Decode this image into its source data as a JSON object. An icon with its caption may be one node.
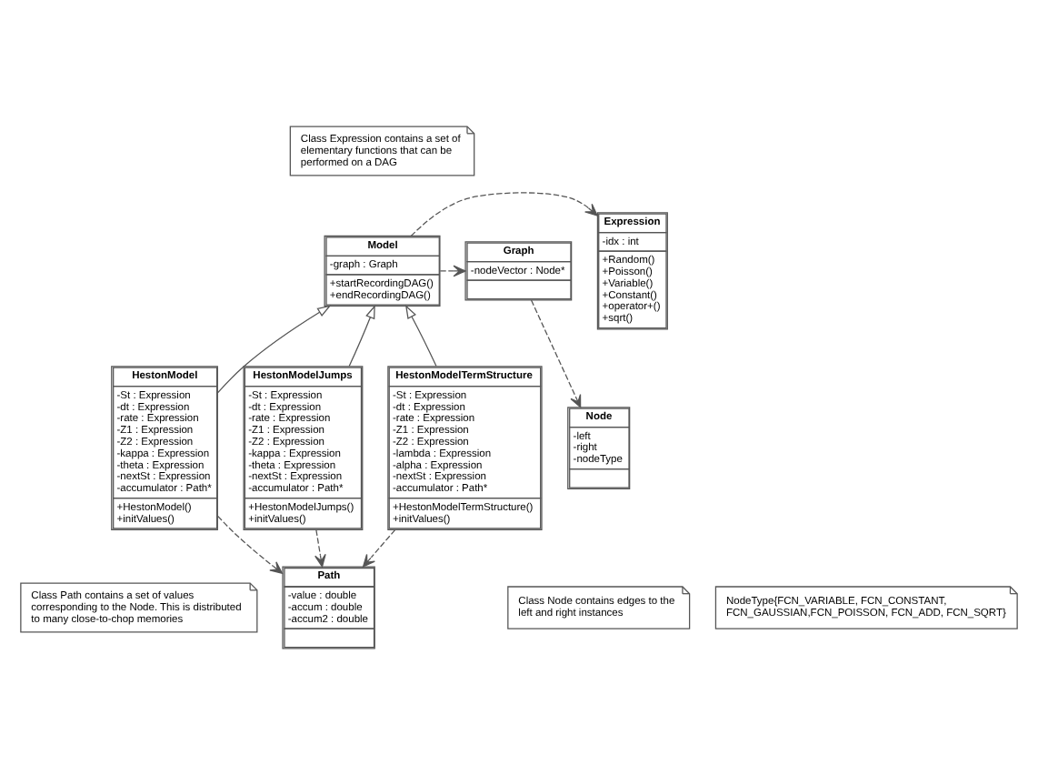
{
  "diagram": {
    "nodes": [
      {
        "text": [
          "Class Expression contains a set of elementary functions that can be performed on a DAG"
        ]
      },
      {
        "text": [
          "Expression",
          "-idx : int",
          "+Random()",
          "+Poisson()",
          "+Variable()",
          "+Constant()",
          "+operator+()",
          "+sqrt()"
        ]
      },
      {
        "text": [
          "Model",
          "-graph : Graph",
          "+startRecordingDAG()",
          "+endRecordingDAG()"
        ]
      },
      {
        "text": [
          "Graph",
          "-nodeVector : Node*"
        ]
      },
      {
        "text": [
          "HestonModel",
          "-St : Expression",
          "-dt : Expression",
          "-rate : Expression",
          "-Z1 : Expression",
          "-Z2 : Expression",
          "-kappa : Expression",
          "-theta : Expression",
          "-nextSt : Expression",
          "-accumulator : Path*",
          "+HestonModel()",
          "+initValues()"
        ]
      },
      {
        "text": [
          "HestonModelJumps",
          "-St : Expression",
          "-dt : Expression",
          "-rate : Expression",
          "-Z1 : Expression",
          "-Z2 : Expression",
          "-kappa : Expression",
          "-theta : Expression",
          "-nextSt : Expression",
          "-accumulator : Path*",
          "+HestonModelJumps()",
          "+initValues()"
        ]
      },
      {
        "text": [
          "HestonModelTermStructure",
          "-St : Expression",
          "-dt : Expression",
          "-rate : Expression",
          "-Z1 : Expression",
          "-Z2 : Expression",
          "-lambda : Expression",
          "-alpha : Expression",
          "-nextSt : Expression",
          "-accumulator : Path*",
          "+HestonModelTermStructure()",
          "+initValues()"
        ]
      },
      {
        "text": [
          "Node",
          "-left",
          "-right",
          "-nodeType"
        ]
      },
      {
        "text": [
          "Class Node contains edges to the left and right instances"
        ]
      },
      {
        "text": [
          "Class Path contains a set of values corresponding to the Node. This is distributed to many close-to-chop memories"
        ]
      },
      {
        "text": [
          "NodeType{FCN_VARIABLE, FCN_CONSTANT, FCN_GAUSSIAN,FCN_POISSON, FCN_ADD, FCN_SQRT}"
        ]
      },
      {
        "text": [
          "Path",
          "-value : double",
          "-accum : double",
          "-accum2 : double"
        ]
      }
    ],
    "edges": [
      {
        "from": 2,
        "to": 1,
        "arrow": "to",
        "style": "dashed"
      },
      {
        "from": 2,
        "to": 3,
        "arrow": "to",
        "style": "dashed"
      },
      {
        "from": 3,
        "to": 7,
        "arrow": "to",
        "style": "dashed"
      },
      {
        "from": 4,
        "to": 2,
        "arrow": "to"
      },
      {
        "from": 5,
        "to": 2,
        "arrow": "to"
      },
      {
        "from": 6,
        "to": 2,
        "arrow": "to"
      },
      {
        "from": 4,
        "to": 11,
        "arrow": "to",
        "style": "dashed"
      },
      {
        "from": 5,
        "to": 11,
        "arrow": "to",
        "style": "dashed"
      },
      {
        "from": 6,
        "to": 11,
        "arrow": "to",
        "style": "dashed"
      }
    ]
  }
}
